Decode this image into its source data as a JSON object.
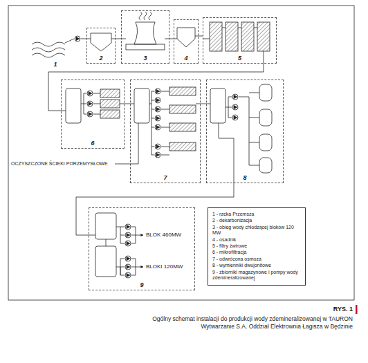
{
  "diagram": {
    "title": "RYS. 1",
    "caption": "Ogólny schemat instalacji do produkcji wody zdemineralizowanej w TAURON Wytwarzanie S.A. Oddział Elektrownia Łagisza w Będzinie",
    "nodes": [
      {
        "text": [
          "1"
        ]
      },
      {
        "text": [
          "2"
        ]
      },
      {
        "text": [
          "3"
        ]
      },
      {
        "text": [
          "4"
        ]
      },
      {
        "text": [
          "5"
        ]
      },
      {
        "text": [
          "6"
        ]
      },
      {
        "text": [
          "7"
        ]
      },
      {
        "text": [
          "8"
        ]
      },
      {
        "text": [
          "9"
        ]
      },
      {
        "text": [
          "1 - rzeka Przemsza",
          "2 - dekarbonizacja",
          "3 - obieg wody chłodzącej bloków 120 MW",
          "4 - osadnik",
          "5 - filtry żwirowe",
          "6 - mikrofiltracja",
          "7 - odwrócona osmoza",
          "8 - wymienniki dwujonitowe",
          "9 - zbiorniki magazynowe i pompy wody zdemineralizowanej"
        ]
      }
    ],
    "edges": [
      {
        "from": 0,
        "to": 1,
        "arrow": "none"
      },
      {
        "from": 1,
        "to": 2,
        "arrow": "none"
      },
      {
        "from": 2,
        "to": 3,
        "arrow": "none"
      },
      {
        "from": 3,
        "to": 4,
        "arrow": "none"
      },
      {
        "from": 4,
        "to": 5,
        "arrow": "none"
      },
      {
        "from": 5,
        "to": 6,
        "arrow": "none"
      },
      {
        "from": 6,
        "to": 7,
        "arrow": "none"
      },
      {
        "from": 7,
        "to": 8,
        "arrow": "none"
      }
    ],
    "labels": [
      "OCZYSZCZONE ŚCIEKI PORZEMYSŁOWE",
      "BLOK 460MW",
      "BLOKI 120MW"
    ]
  }
}
